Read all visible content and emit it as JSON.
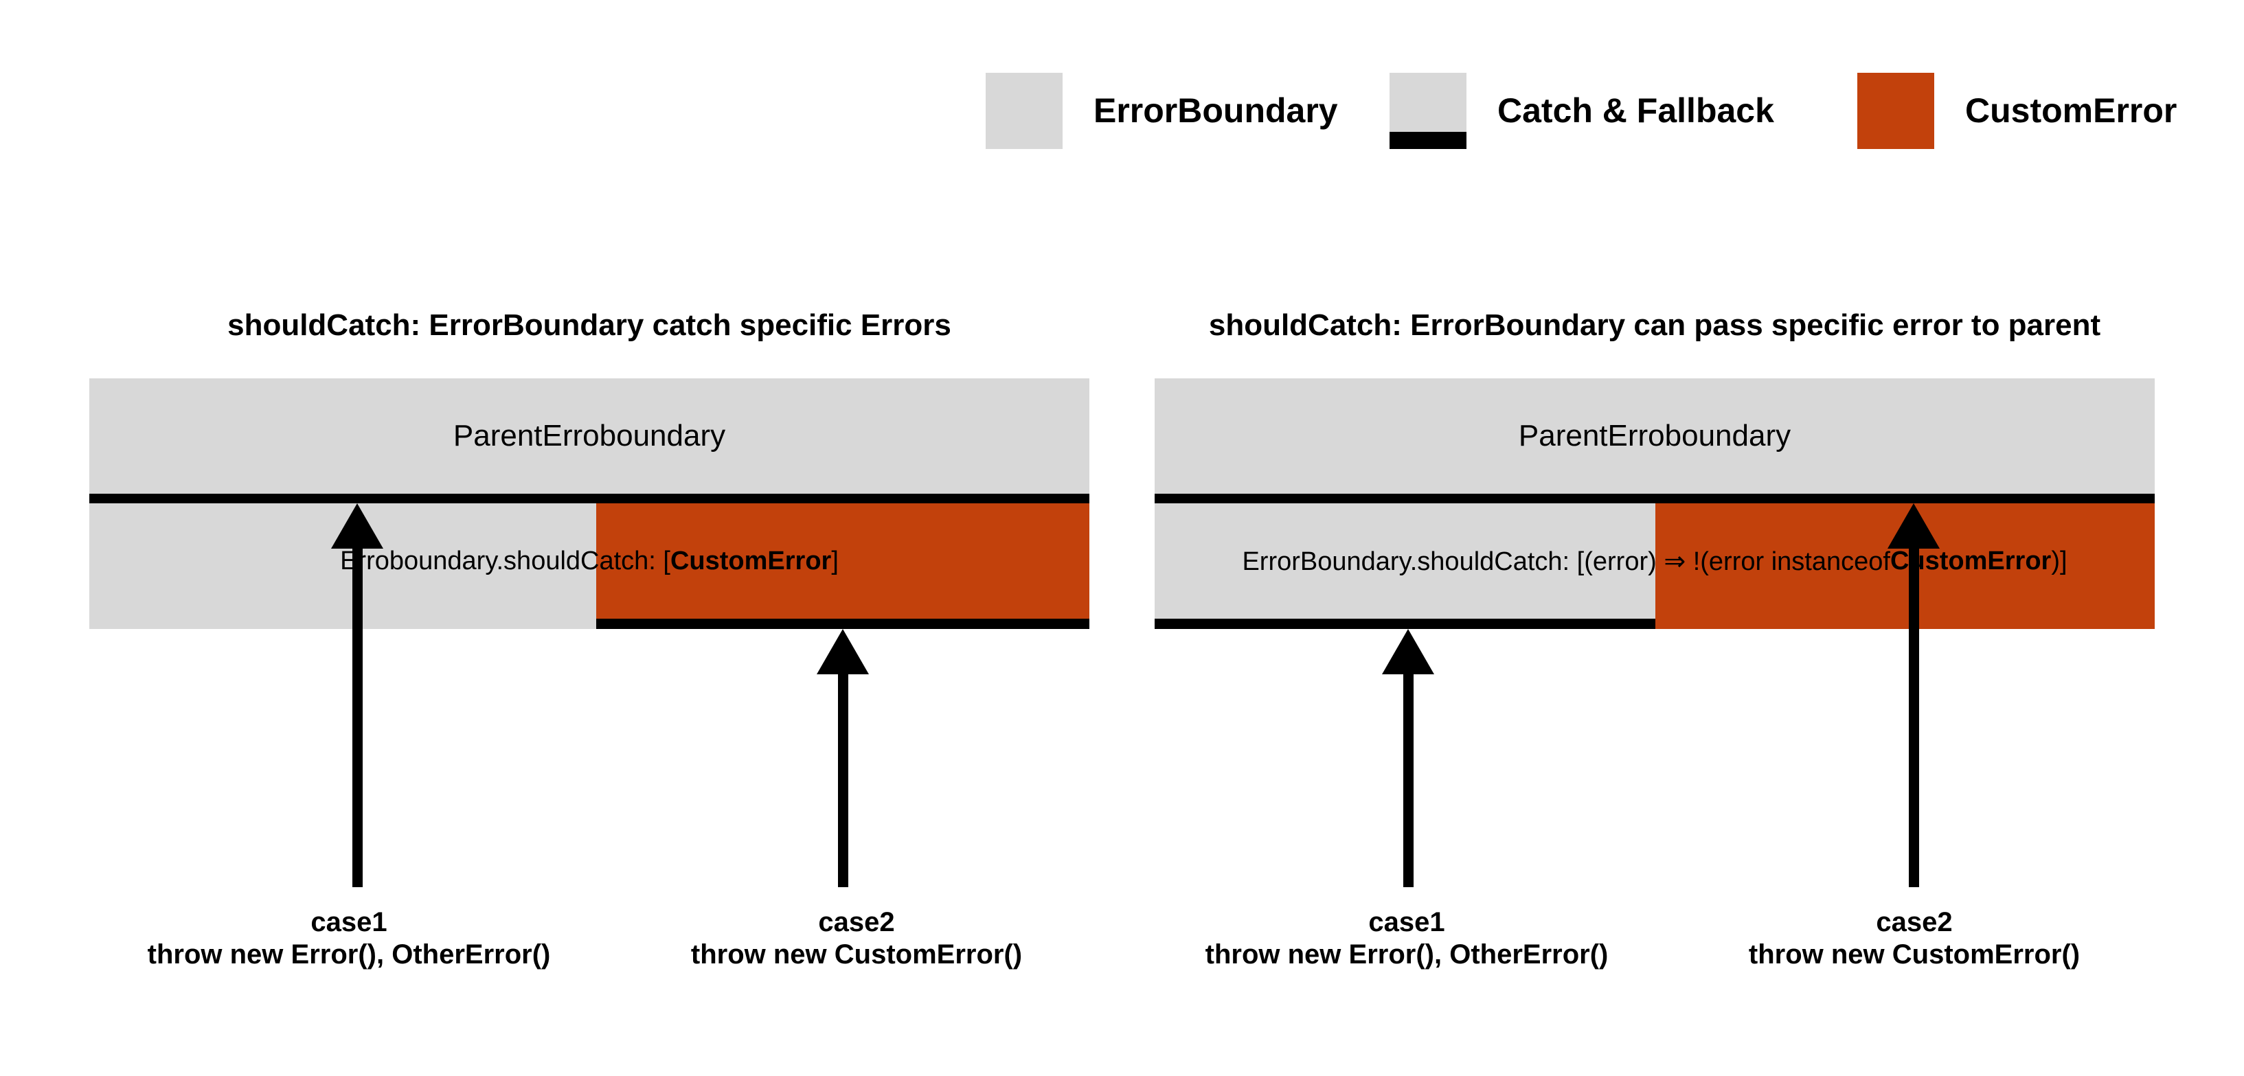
{
  "colors": {
    "boundary_gray": "#d8d8d8",
    "custom_error_orange": "#c2410c",
    "catch_bar_black": "#000000"
  },
  "legend": {
    "items": [
      {
        "label": "ErrorBoundary"
      },
      {
        "label": "Catch & Fallback"
      },
      {
        "label": "CustomError"
      }
    ]
  },
  "diagrams": [
    {
      "title": "shouldCatch: ErrorBoundary catch specific Errors",
      "parent_label": "ParentErroboundary",
      "boundary_label": {
        "prefix": "Erroboundary.shouldCatch: [",
        "bold": "CustomError",
        "suffix": "]"
      },
      "cases": [
        {
          "name": "case1",
          "code": "throw new Error(), OtherError()"
        },
        {
          "name": "case2",
          "code": "throw new CustomError()"
        }
      ]
    },
    {
      "title": "shouldCatch: ErrorBoundary can pass specific error to parent",
      "parent_label": "ParentErroboundary",
      "boundary_label": {
        "prefix": "ErrorBoundary.shouldCatch: [(error) ⇒ !(error instanceof ",
        "bold": "CustomError",
        "suffix": ")]"
      },
      "cases": [
        {
          "name": "case1",
          "code": "throw new Error(), OtherError()"
        },
        {
          "name": "case2",
          "code": "throw new CustomError()"
        }
      ]
    }
  ]
}
